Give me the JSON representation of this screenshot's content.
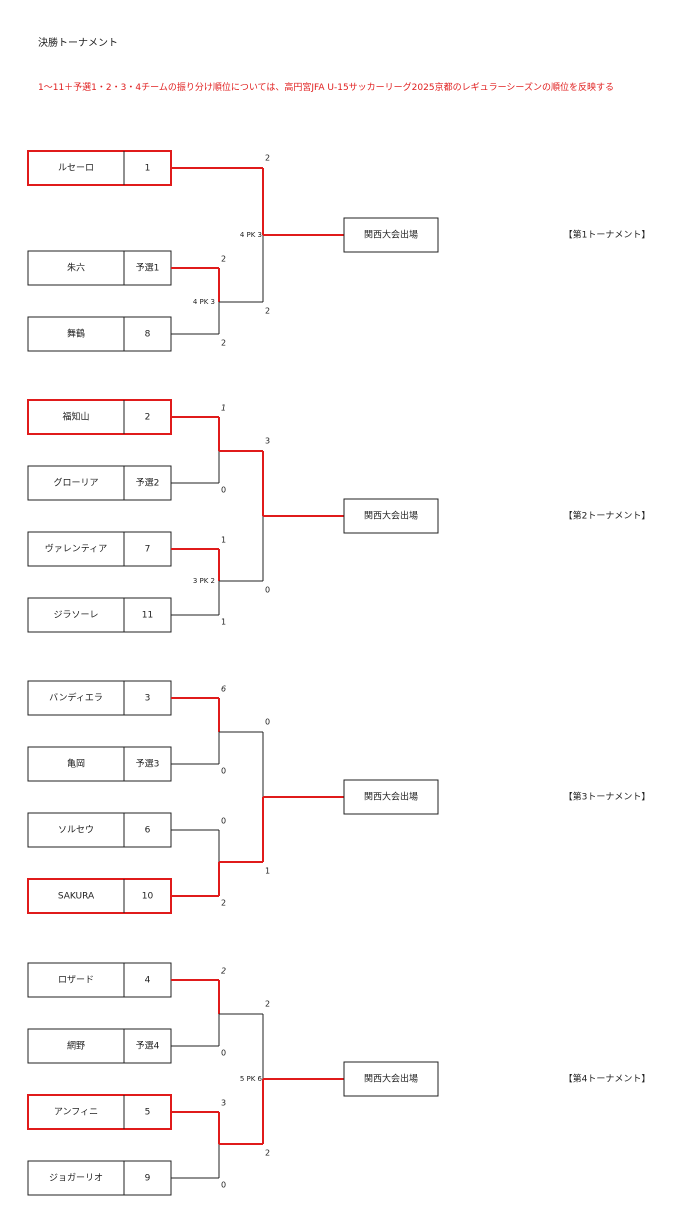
{
  "title": "決勝トーナメント",
  "note": "1〜11＋予選1・2・3・4チームの振り分け順位については、高円宮JFA U-15サッカーリーグ2025京都のレギュラーシーズンの順位を反映する",
  "colors": {
    "win": "#e01b1b",
    "line": "#222222"
  },
  "result_label": "関西大会出場",
  "groups": [
    {
      "label": "【第1トーナメント】",
      "teams": [
        {
          "name": "ルセーロ",
          "seed": "1",
          "win": true
        },
        {
          "name": "朱六",
          "seed": "予選1",
          "win": false
        },
        {
          "name": "舞鶴",
          "seed": "8",
          "win": false
        }
      ],
      "scores": {
        "a_top": "",
        "a_bot": "",
        "a_pk": "",
        "b_top": "2",
        "b_bot": "2",
        "b_pk": "4 PK 3",
        "f_top": "2",
        "f_bot": "2",
        "f_pk": "4 PK 3"
      },
      "winners": {
        "a": "top",
        "b": "top",
        "final": "top"
      }
    },
    {
      "label": "【第2トーナメント】",
      "teams": [
        {
          "name": "福知山",
          "seed": "2",
          "win": true
        },
        {
          "name": "グローリア",
          "seed": "予選2",
          "win": false
        },
        {
          "name": "ヴァレンティア",
          "seed": "7",
          "win": false
        },
        {
          "name": "ジラソーレ",
          "seed": "11",
          "win": false
        }
      ],
      "scores": {
        "a_top": "1",
        "a_bot": "0",
        "a_pk": "",
        "b_top": "1",
        "b_bot": "1",
        "b_pk": "3 PK 2",
        "f_top": "3",
        "f_bot": "0",
        "f_pk": ""
      },
      "winners": {
        "a": "top",
        "b": "top",
        "final": "top"
      }
    },
    {
      "label": "【第3トーナメント】",
      "teams": [
        {
          "name": "バンディエラ",
          "seed": "3",
          "win": false
        },
        {
          "name": "亀岡",
          "seed": "予選3",
          "win": false
        },
        {
          "name": "ソルセウ",
          "seed": "6",
          "win": false
        },
        {
          "name": "SAKURA",
          "seed": "10",
          "win": true
        }
      ],
      "scores": {
        "a_top": "6",
        "a_bot": "0",
        "a_pk": "",
        "b_top": "0",
        "b_bot": "2",
        "b_pk": "",
        "f_top": "0",
        "f_bot": "1",
        "f_pk": ""
      },
      "winners": {
        "a": "top",
        "b": "bot",
        "final": "bot"
      }
    },
    {
      "label": "【第4トーナメント】",
      "teams": [
        {
          "name": "ロザード",
          "seed": "4",
          "win": false
        },
        {
          "name": "網野",
          "seed": "予選4",
          "win": false
        },
        {
          "name": "アンフィニ",
          "seed": "5",
          "win": true
        },
        {
          "name": "ジョガーリオ",
          "seed": "9",
          "win": false
        }
      ],
      "scores": {
        "a_top": "2",
        "a_bot": "0",
        "a_pk": "",
        "b_top": "3",
        "b_bot": "0",
        "b_pk": "",
        "f_top": "2",
        "f_bot": "2",
        "f_pk": "5 PK 6"
      },
      "winners": {
        "a": "top",
        "b": "top",
        "final": "bot"
      }
    }
  ]
}
